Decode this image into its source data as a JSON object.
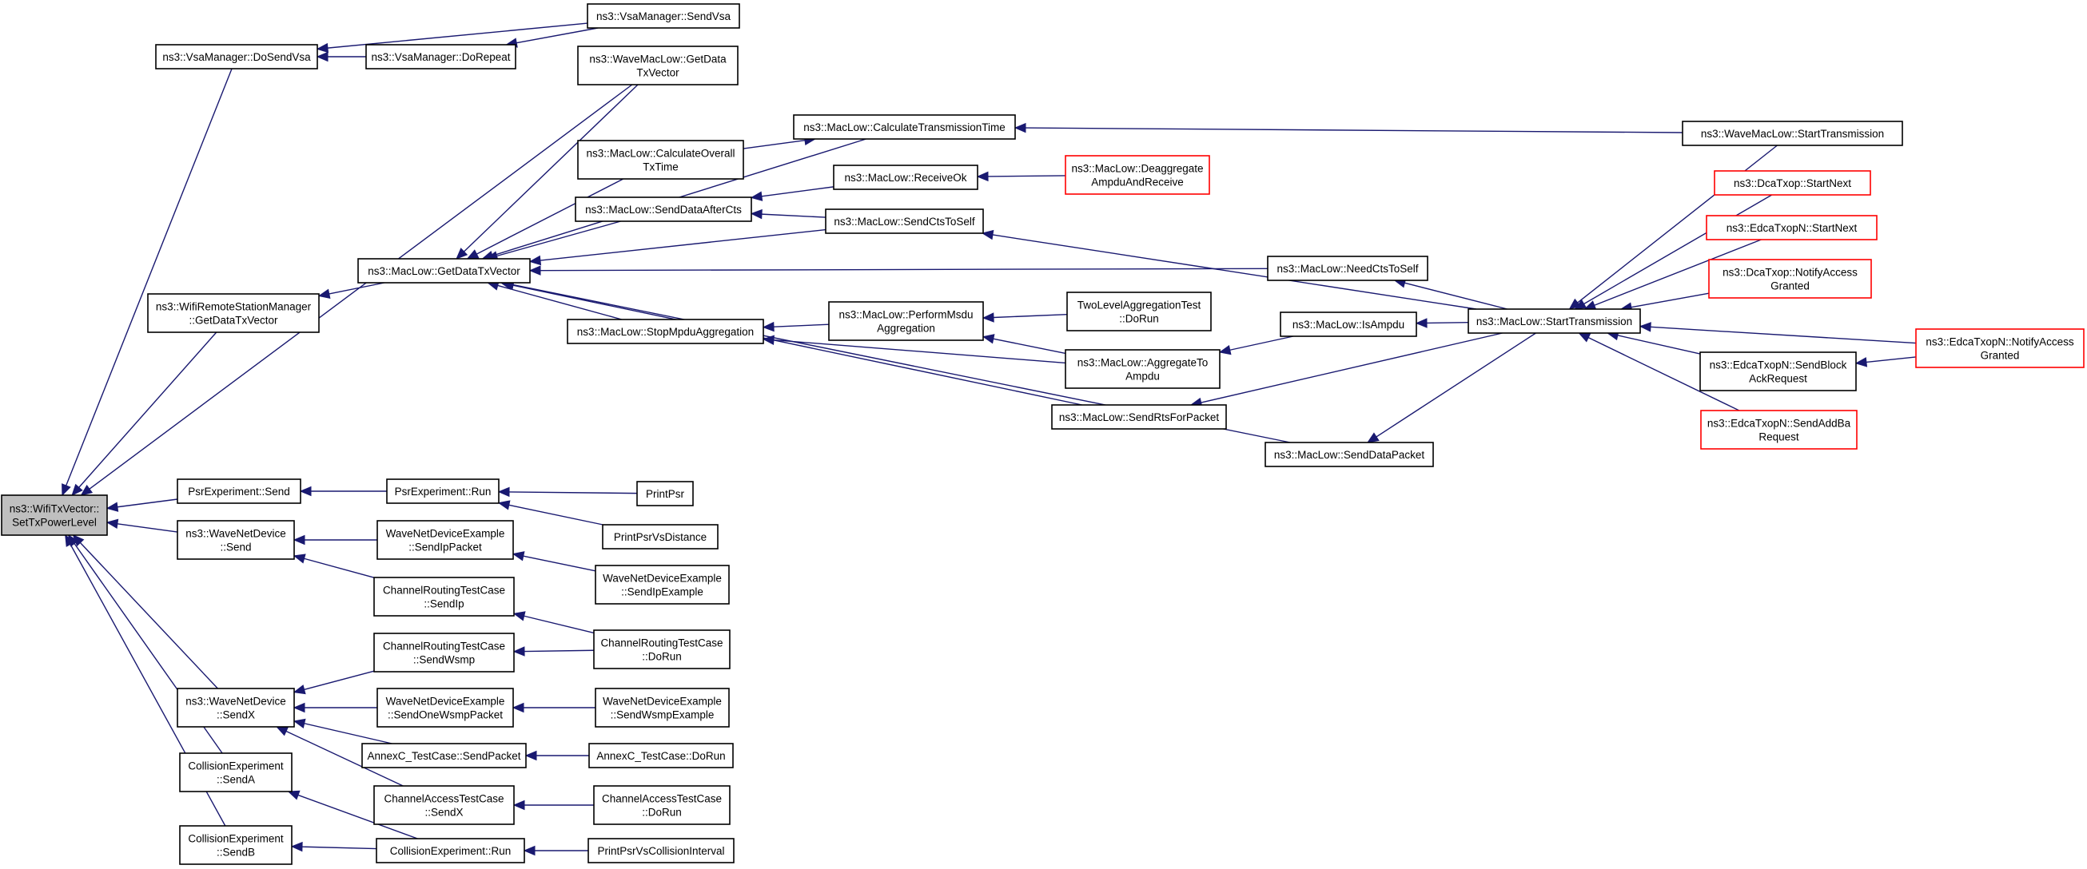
{
  "nodes": [
    {
      "id": "root",
      "lines": [
        "ns3::WifiTxVector::",
        "SetTxPowerLevel"
      ],
      "root": true
    },
    {
      "id": "doSendVsa",
      "lines": [
        "ns3::VsaManager::DoSendVsa"
      ]
    },
    {
      "id": "doRepeat",
      "lines": [
        "ns3::VsaManager::DoRepeat"
      ]
    },
    {
      "id": "sendVsa",
      "lines": [
        "ns3::VsaManager::SendVsa"
      ]
    },
    {
      "id": "waveGetData",
      "lines": [
        "ns3::WaveMacLow::GetData",
        "TxVector"
      ]
    },
    {
      "id": "calcTxTime",
      "lines": [
        "ns3::MacLow::CalculateTransmissionTime"
      ]
    },
    {
      "id": "waveStartTx",
      "lines": [
        "ns3::WaveMacLow::StartTransmission"
      ]
    },
    {
      "id": "calcOverall",
      "lines": [
        "ns3::MacLow::CalculateOverall",
        "TxTime"
      ]
    },
    {
      "id": "receiveOk",
      "lines": [
        "ns3::MacLow::ReceiveOk"
      ]
    },
    {
      "id": "deaggregate",
      "lines": [
        "ns3::MacLow::Deaggregate",
        "AmpduAndReceive"
      ],
      "red": true
    },
    {
      "id": "dcaStartNext",
      "lines": [
        "ns3::DcaTxop::StartNext"
      ],
      "red": true
    },
    {
      "id": "sendDataAfterCts",
      "lines": [
        "ns3::MacLow::SendDataAfterCts"
      ]
    },
    {
      "id": "sendCtsToSelf",
      "lines": [
        "ns3::MacLow::SendCtsToSelf"
      ]
    },
    {
      "id": "edcaStartNext",
      "lines": [
        "ns3::EdcaTxopN::StartNext"
      ],
      "red": true
    },
    {
      "id": "getDataTxVector",
      "lines": [
        "ns3::MacLow::GetDataTxVector"
      ]
    },
    {
      "id": "needCtsToSelf",
      "lines": [
        "ns3::MacLow::NeedCtsToSelf"
      ]
    },
    {
      "id": "dcaNotify",
      "lines": [
        "ns3::DcaTxop::NotifyAccess",
        "Granted"
      ],
      "red": true
    },
    {
      "id": "wrsmGetData",
      "lines": [
        "ns3::WifiRemoteStationManager",
        "::GetDataTxVector"
      ]
    },
    {
      "id": "twoLevel",
      "lines": [
        "TwoLevelAggregationTest",
        "::DoRun"
      ]
    },
    {
      "id": "performMsdu",
      "lines": [
        "ns3::MacLow::PerformMsdu",
        "Aggregation"
      ]
    },
    {
      "id": "isAmpdu",
      "lines": [
        "ns3::MacLow::IsAmpdu"
      ]
    },
    {
      "id": "stopMpdu",
      "lines": [
        "ns3::MacLow::StopMpduAggregation"
      ]
    },
    {
      "id": "startTx",
      "lines": [
        "ns3::MacLow::StartTransmission"
      ]
    },
    {
      "id": "edcaNotify",
      "lines": [
        "ns3::EdcaTxopN::NotifyAccess",
        "Granted"
      ],
      "red": true
    },
    {
      "id": "aggregateTo",
      "lines": [
        "ns3::MacLow::AggregateTo",
        "Ampdu"
      ]
    },
    {
      "id": "edcaSendBlock",
      "lines": [
        "ns3::EdcaTxopN::SendBlock",
        "AckRequest"
      ]
    },
    {
      "id": "sendRts",
      "lines": [
        "ns3::MacLow::SendRtsForPacket"
      ]
    },
    {
      "id": "edcaSendAddBa",
      "lines": [
        "ns3::EdcaTxopN::SendAddBa",
        "Request"
      ],
      "red": true
    },
    {
      "id": "sendDataPacket",
      "lines": [
        "ns3::MacLow::SendDataPacket"
      ]
    },
    {
      "id": "psrSend",
      "lines": [
        "PsrExperiment::Send"
      ]
    },
    {
      "id": "psrRun",
      "lines": [
        "PsrExperiment::Run"
      ]
    },
    {
      "id": "printPsr",
      "lines": [
        "PrintPsr"
      ]
    },
    {
      "id": "printPsrVsDistance",
      "lines": [
        "PrintPsrVsDistance"
      ]
    },
    {
      "id": "waveSend",
      "lines": [
        "ns3::WaveNetDevice",
        "::Send"
      ]
    },
    {
      "id": "wndeSendIpPacket",
      "lines": [
        "WaveNetDeviceExample",
        "::SendIpPacket"
      ]
    },
    {
      "id": "wndeSendIpExample",
      "lines": [
        "WaveNetDeviceExample",
        "::SendIpExample"
      ]
    },
    {
      "id": "crtcSendIp",
      "lines": [
        "ChannelRoutingTestCase",
        "::SendIp"
      ]
    },
    {
      "id": "crtcSendWsmp",
      "lines": [
        "ChannelRoutingTestCase",
        "::SendWsmp"
      ]
    },
    {
      "id": "crtcDoRun",
      "lines": [
        "ChannelRoutingTestCase",
        "::DoRun"
      ]
    },
    {
      "id": "waveSendX",
      "lines": [
        "ns3::WaveNetDevice",
        "::SendX"
      ]
    },
    {
      "id": "wndeSendOneWsmp",
      "lines": [
        "WaveNetDeviceExample",
        "::SendOneWsmpPacket"
      ]
    },
    {
      "id": "wndeSendWsmpExample",
      "lines": [
        "WaveNetDeviceExample",
        "::SendWsmpExample"
      ]
    },
    {
      "id": "annexSendPacket",
      "lines": [
        "AnnexC_TestCase::SendPacket"
      ]
    },
    {
      "id": "annexDoRun",
      "lines": [
        "AnnexC_TestCase::DoRun"
      ]
    },
    {
      "id": "collA",
      "lines": [
        "CollisionExperiment",
        "::SendA"
      ]
    },
    {
      "id": "catcSendX",
      "lines": [
        "ChannelAccessTestCase",
        "::SendX"
      ]
    },
    {
      "id": "catcDoRun",
      "lines": [
        "ChannelAccessTestCase",
        "::DoRun"
      ]
    },
    {
      "id": "collB",
      "lines": [
        "CollisionExperiment",
        "::SendB"
      ]
    },
    {
      "id": "collRun",
      "lines": [
        "CollisionExperiment::Run"
      ]
    },
    {
      "id": "printCollision",
      "lines": [
        "PrintPsrVsCollisionInterval"
      ]
    }
  ],
  "edges": [
    {
      "from": "doSendVsa",
      "to": "root"
    },
    {
      "from": "doRepeat",
      "to": "doSendVsa"
    },
    {
      "from": "sendVsa",
      "to": "doSendVsa"
    },
    {
      "from": "sendVsa",
      "to": "doRepeat"
    },
    {
      "from": "waveGetData",
      "to": "root"
    },
    {
      "from": "wrsmGetData",
      "to": "root"
    },
    {
      "from": "psrSend",
      "to": "root"
    },
    {
      "from": "waveSend",
      "to": "root"
    },
    {
      "from": "waveSendX",
      "to": "root"
    },
    {
      "from": "collA",
      "to": "root"
    },
    {
      "from": "collB",
      "to": "root"
    },
    {
      "from": "getDataTxVector",
      "to": "wrsmGetData"
    },
    {
      "from": "waveGetData",
      "to": "getDataTxVector"
    },
    {
      "from": "calcTxTime",
      "to": "getDataTxVector"
    },
    {
      "from": "calcOverall",
      "to": "getDataTxVector"
    },
    {
      "from": "sendDataAfterCts",
      "to": "getDataTxVector"
    },
    {
      "from": "sendCtsToSelf",
      "to": "getDataTxVector"
    },
    {
      "from": "needCtsToSelf",
      "to": "getDataTxVector"
    },
    {
      "from": "stopMpdu",
      "to": "getDataTxVector"
    },
    {
      "from": "sendRts",
      "to": "getDataTxVector"
    },
    {
      "from": "sendDataPacket",
      "to": "getDataTxVector"
    },
    {
      "from": "calcOverall",
      "to": "calcTxTime"
    },
    {
      "from": "waveStartTx",
      "to": "calcTxTime"
    },
    {
      "from": "receiveOk",
      "to": "sendDataAfterCts"
    },
    {
      "from": "sendCtsToSelf",
      "to": "sendDataAfterCts"
    },
    {
      "from": "deaggregate",
      "to": "receiveOk"
    },
    {
      "from": "startTx",
      "to": "sendCtsToSelf"
    },
    {
      "from": "startTx",
      "to": "needCtsToSelf"
    },
    {
      "from": "performMsdu",
      "to": "stopMpdu"
    },
    {
      "from": "aggregateTo",
      "to": "stopMpdu"
    },
    {
      "from": "twoLevel",
      "to": "performMsdu"
    },
    {
      "from": "aggregateTo",
      "to": "performMsdu"
    },
    {
      "from": "isAmpdu",
      "to": "aggregateTo"
    },
    {
      "from": "startTx",
      "to": "isAmpdu"
    },
    {
      "from": "startTx",
      "to": "sendRts"
    },
    {
      "from": "startTx",
      "to": "sendDataPacket"
    },
    {
      "from": "waveStartTx",
      "to": "startTx"
    },
    {
      "from": "dcaStartNext",
      "to": "startTx"
    },
    {
      "from": "edcaStartNext",
      "to": "startTx"
    },
    {
      "from": "dcaNotify",
      "to": "startTx"
    },
    {
      "from": "edcaNotify",
      "to": "startTx"
    },
    {
      "from": "edcaSendBlock",
      "to": "startTx"
    },
    {
      "from": "edcaSendAddBa",
      "to": "startTx"
    },
    {
      "from": "edcaNotify",
      "to": "edcaSendBlock"
    },
    {
      "from": "psrRun",
      "to": "psrSend"
    },
    {
      "from": "printPsr",
      "to": "psrRun"
    },
    {
      "from": "printPsrVsDistance",
      "to": "psrRun"
    },
    {
      "from": "wndeSendIpPacket",
      "to": "waveSend"
    },
    {
      "from": "crtcSendIp",
      "to": "waveSend"
    },
    {
      "from": "wndeSendIpExample",
      "to": "wndeSendIpPacket"
    },
    {
      "from": "crtcDoRun",
      "to": "crtcSendIp"
    },
    {
      "from": "crtcSendWsmp",
      "to": "waveSendX"
    },
    {
      "from": "wndeSendOneWsmp",
      "to": "waveSendX"
    },
    {
      "from": "annexSendPacket",
      "to": "waveSendX"
    },
    {
      "from": "catcSendX",
      "to": "waveSendX"
    },
    {
      "from": "crtcDoRun",
      "to": "crtcSendWsmp"
    },
    {
      "from": "wndeSendWsmpExample",
      "to": "wndeSendOneWsmp"
    },
    {
      "from": "annexDoRun",
      "to": "annexSendPacket"
    },
    {
      "from": "catcDoRun",
      "to": "catcSendX"
    },
    {
      "from": "collRun",
      "to": "collA"
    },
    {
      "from": "collRun",
      "to": "collB"
    },
    {
      "from": "printCollision",
      "to": "collRun"
    }
  ],
  "colors": {
    "edge": "#191970",
    "root_fill": "#bfbfbf",
    "red_border": "#ff0000"
  }
}
